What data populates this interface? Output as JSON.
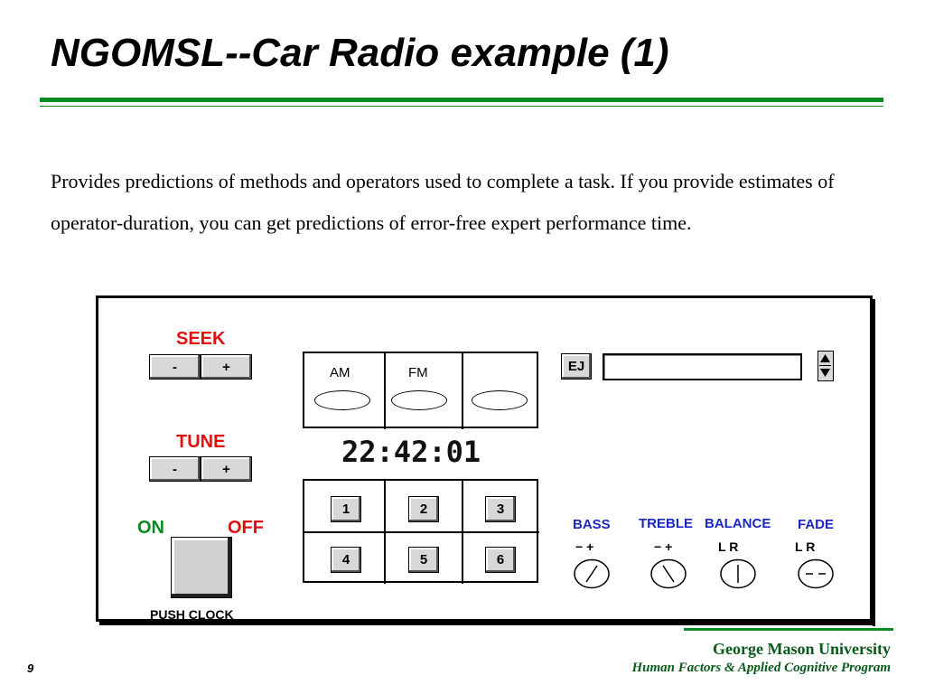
{
  "slide": {
    "title": "NGOMSL--Car Radio example (1)",
    "body": "Provides predictions of methods and operators used to complete a task. If you provide estimates of operator-duration, you can get predictions of error-free expert performance time.",
    "page_number": "9"
  },
  "radio": {
    "seek_label": "SEEK",
    "tune_label": "TUNE",
    "minus": "-",
    "plus": "+",
    "on_label": "ON",
    "off_label": "OFF",
    "push_clock_label": "PUSH CLOCK",
    "am_label": "AM",
    "fm_label": "FM",
    "clock": "22:42:01",
    "presets": [
      "1",
      "2",
      "3",
      "4",
      "5",
      "6"
    ],
    "eject_label": "EJ",
    "bass_label": "BASS",
    "treble_label": "TREBLE",
    "balance_label": "BALANCE",
    "fade_label": "FADE",
    "bass_marks": "−  +",
    "treble_marks": "−  +",
    "balance_marks": "L   R",
    "fade_marks": "L   R"
  },
  "footer": {
    "university": "George Mason University",
    "program": "Human Factors & Applied Cognitive Program"
  },
  "colors": {
    "accent_green": "#0a8a22",
    "label_red": "#e01010",
    "label_blue": "#1a28c0"
  }
}
